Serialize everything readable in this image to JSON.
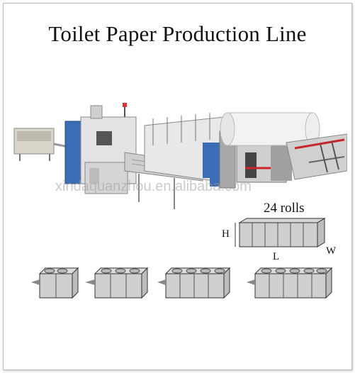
{
  "title": "Toilet Paper Production Line",
  "watermark": "xindaquanzhou.en.alibaba.com",
  "package": {
    "count_label": "24 rolls",
    "dim_h": "H",
    "dim_l": "L",
    "dim_w": "W"
  },
  "colors": {
    "machine_blue": "#3a6db5",
    "machine_red": "#c8262a",
    "paper_white": "#f2f2f2",
    "frame_gray": "#9a9a9a"
  }
}
